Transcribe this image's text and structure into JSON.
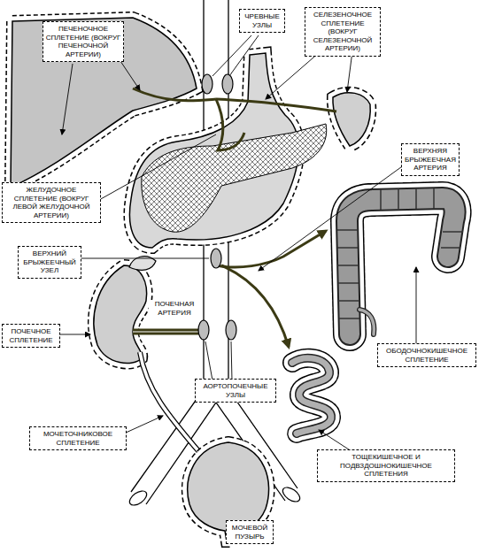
{
  "diagram": {
    "nodes": [
      {
        "text": [
          "ПЕЧЕНОЧНОЕ СПЛЕТЕНИЕ (ВОКРУГ ПЕЧЕНОЧНОЙ АРТЕРИИ)"
        ]
      },
      {
        "text": [
          "ЧРЕВНЫЕ УЗЛЫ"
        ]
      },
      {
        "text": [
          "СЕЛЕЗЕНОЧНОЕ СПЛЕТЕНИЕ (ВОКРУГ СЕЛЕЗЕНОЧНОЙ АРТЕРИИ)"
        ]
      },
      {
        "text": [
          "ВЕРХНЯЯ БРЫЖЕЕЧНАЯ АРТЕРИЯ"
        ]
      },
      {
        "text": [
          "ЖЕЛУДОЧНОЕ СПЛЕТЕНИЕ (ВОКРУГ ЛЕВОЙ ЖЕЛУДОЧНОЙ АРТЕРИИ)"
        ]
      },
      {
        "text": [
          "ВЕРХНИЙ БРЫЖЕЕЧНЫЙ УЗЕЛ"
        ]
      },
      {
        "text": [
          "ПОЧЕЧНОЕ СПЛЕТЕНИЕ"
        ]
      },
      {
        "text": [
          "ОБОДОЧНОКИШЕЧНОЕ СПЛЕТЕНИЕ"
        ]
      },
      {
        "text": [
          "АОРТОПОЧЕЧНЫЕ УЗЛЫ"
        ]
      },
      {
        "text": [
          "МОЧЕТОЧНИКОВОЕ СПЛЕТЕНИЕ"
        ]
      },
      {
        "text": [
          "ТОЩЕКИШЕЧНОЕ И ПОДВЗДОШНОКИШЕЧНОЕ СПЛЕТЕНИЯ"
        ]
      },
      {
        "text": [
          "МОЧЕВОЙ ПУЗЫРЬ"
        ]
      }
    ],
    "labels": [
      "ПОЧЕЧНАЯ АРТЕРИЯ"
    ]
  }
}
